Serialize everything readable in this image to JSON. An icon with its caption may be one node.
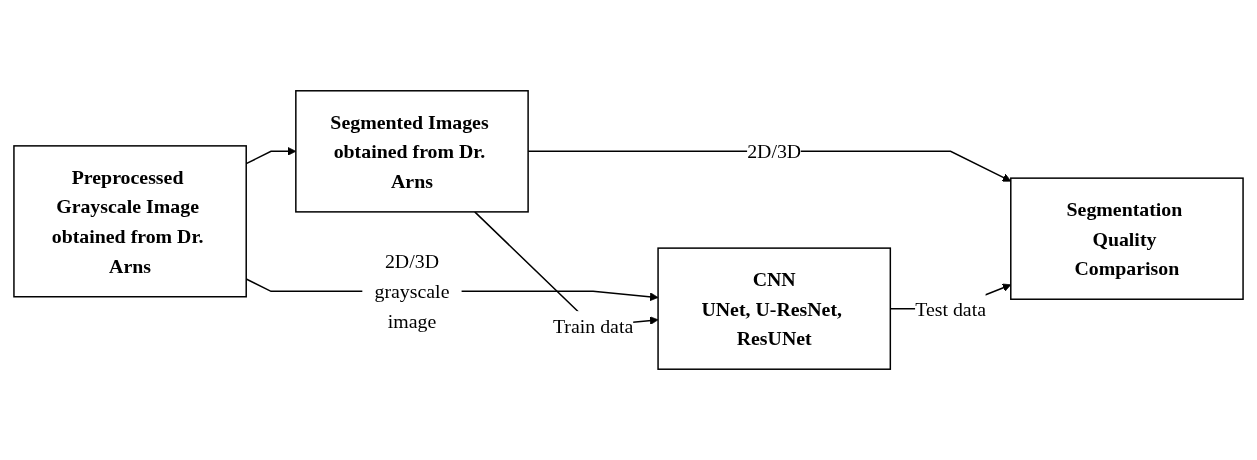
{
  "diagram": {
    "nodes": [
      {
        "text": [
          "Preprocessed Grayscale Image obtained from Dr. Arns"
        ]
      },
      {
        "text": [
          "Segmented Images obtained from Dr. Arns"
        ]
      },
      {
        "text": [
          "CNN",
          "UNet, U-ResNet, ResUNet"
        ]
      },
      {
        "text": [
          "Segmentation Quality Comparison"
        ]
      }
    ],
    "edges": [
      {
        "from": 0,
        "to": 1,
        "arrow": "to"
      },
      {
        "from": 0,
        "to": 2,
        "arrow": "to",
        "label": "2D/3D grayscale image"
      },
      {
        "from": 1,
        "to": 2,
        "arrow": "to",
        "label": "Train data"
      },
      {
        "from": 1,
        "to": 3,
        "arrow": "to",
        "label": "2D/3D"
      },
      {
        "from": 2,
        "to": 3,
        "arrow": "to",
        "label": "Test data"
      }
    ]
  }
}
